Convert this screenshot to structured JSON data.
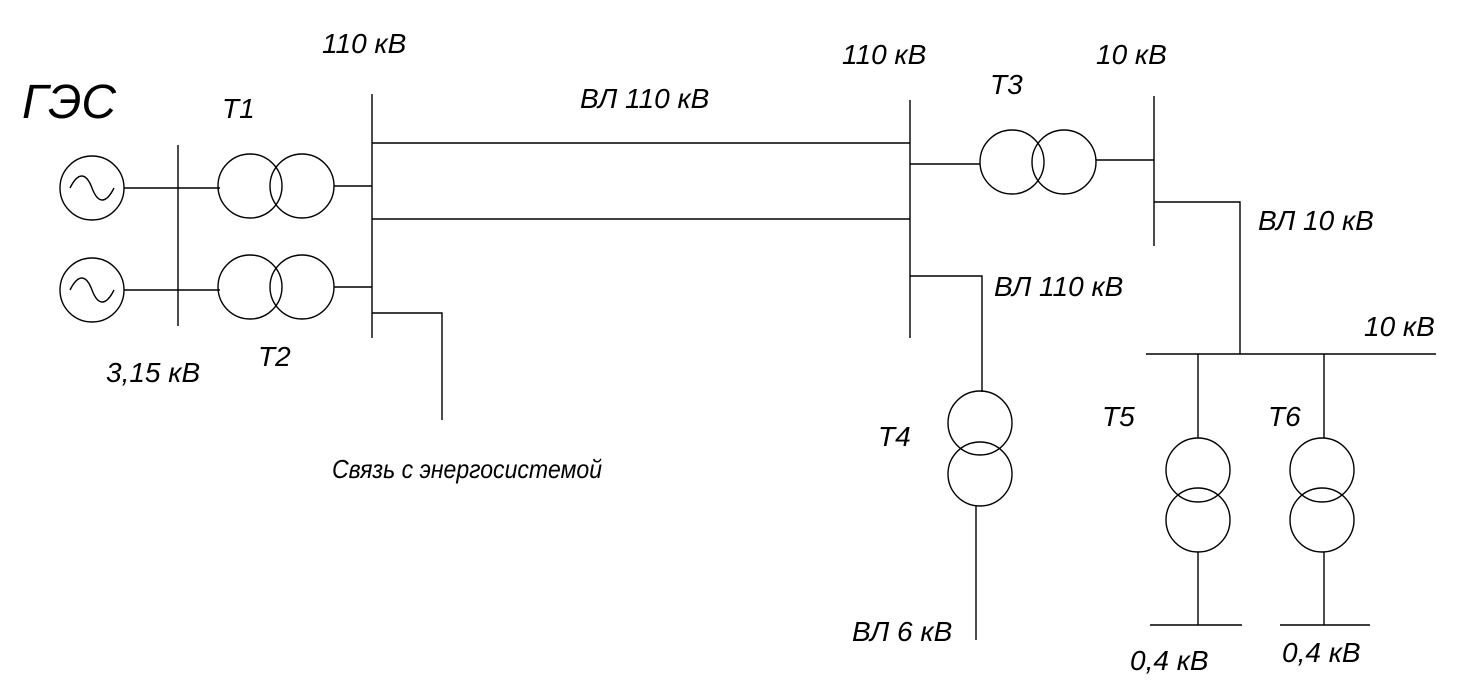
{
  "diagram": {
    "station_label": "ГЭС",
    "generator_voltage": "3,15 кВ",
    "transformers": {
      "t1": "Т1",
      "t2": "Т2",
      "t3": "Т3",
      "t4": "Т4",
      "t5": "Т5",
      "t6": "Т6"
    },
    "buses": {
      "hpp_110": "110 кВ",
      "sub_110": "110 кВ",
      "sub_10": "10 кВ",
      "dist_10": "10 кВ"
    },
    "lines": {
      "main_line": "ВЛ 110 кВ",
      "branch_110": "ВЛ 110 кВ",
      "line_10": "ВЛ 10 кВ",
      "line_6": "ВЛ 6 кВ"
    },
    "outputs": {
      "t5_low": "0,4 кВ",
      "t6_low": "0,4 кВ"
    },
    "grid_connection": "Связь с энергосистемой"
  }
}
